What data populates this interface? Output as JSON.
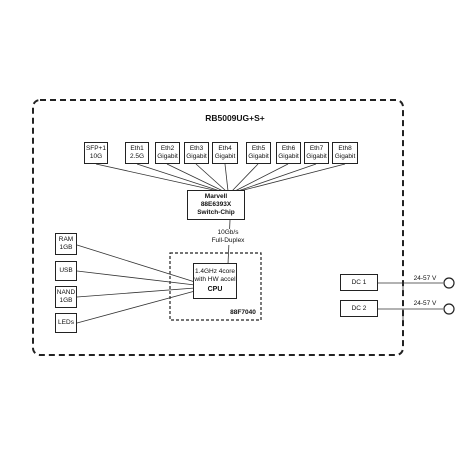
{
  "title": "RB5009UG+S+",
  "ports": [
    {
      "line1": "SFP+1",
      "line2": "10G"
    },
    {
      "line1": "Eth1",
      "line2": "2.5G"
    },
    {
      "line1": "Eth2",
      "line2": "Gigabit"
    },
    {
      "line1": "Eth3",
      "line2": "Gigabit"
    },
    {
      "line1": "Eth4",
      "line2": "Gigabit"
    },
    {
      "line1": "Eth5",
      "line2": "Gigabit"
    },
    {
      "line1": "Eth6",
      "line2": "Gigabit"
    },
    {
      "line1": "Eth7",
      "line2": "Gigabit"
    },
    {
      "line1": "Eth8",
      "line2": "Gigabit"
    }
  ],
  "switch_chip": {
    "line1": "Marvell",
    "line2": "88E6393X",
    "line3": "Switch-Chip"
  },
  "uplink": {
    "line1": "10Gb/s",
    "line2": "Full-Duplex"
  },
  "cpu": {
    "line1": "1.4GHz 4core",
    "line2": "with HW accel",
    "line3": "CPU",
    "model": "88F7040"
  },
  "peripherals": [
    {
      "line1": "RAM",
      "line2": "1GB"
    },
    {
      "line1": "USB",
      "line2": ""
    },
    {
      "line1": "NAND",
      "line2": "1GB"
    },
    {
      "line1": "LEDs",
      "line2": ""
    }
  ],
  "power": [
    {
      "label": "DC 1",
      "voltage": "24-57 V"
    },
    {
      "label": "DC 2",
      "voltage": "24-57 V"
    }
  ]
}
